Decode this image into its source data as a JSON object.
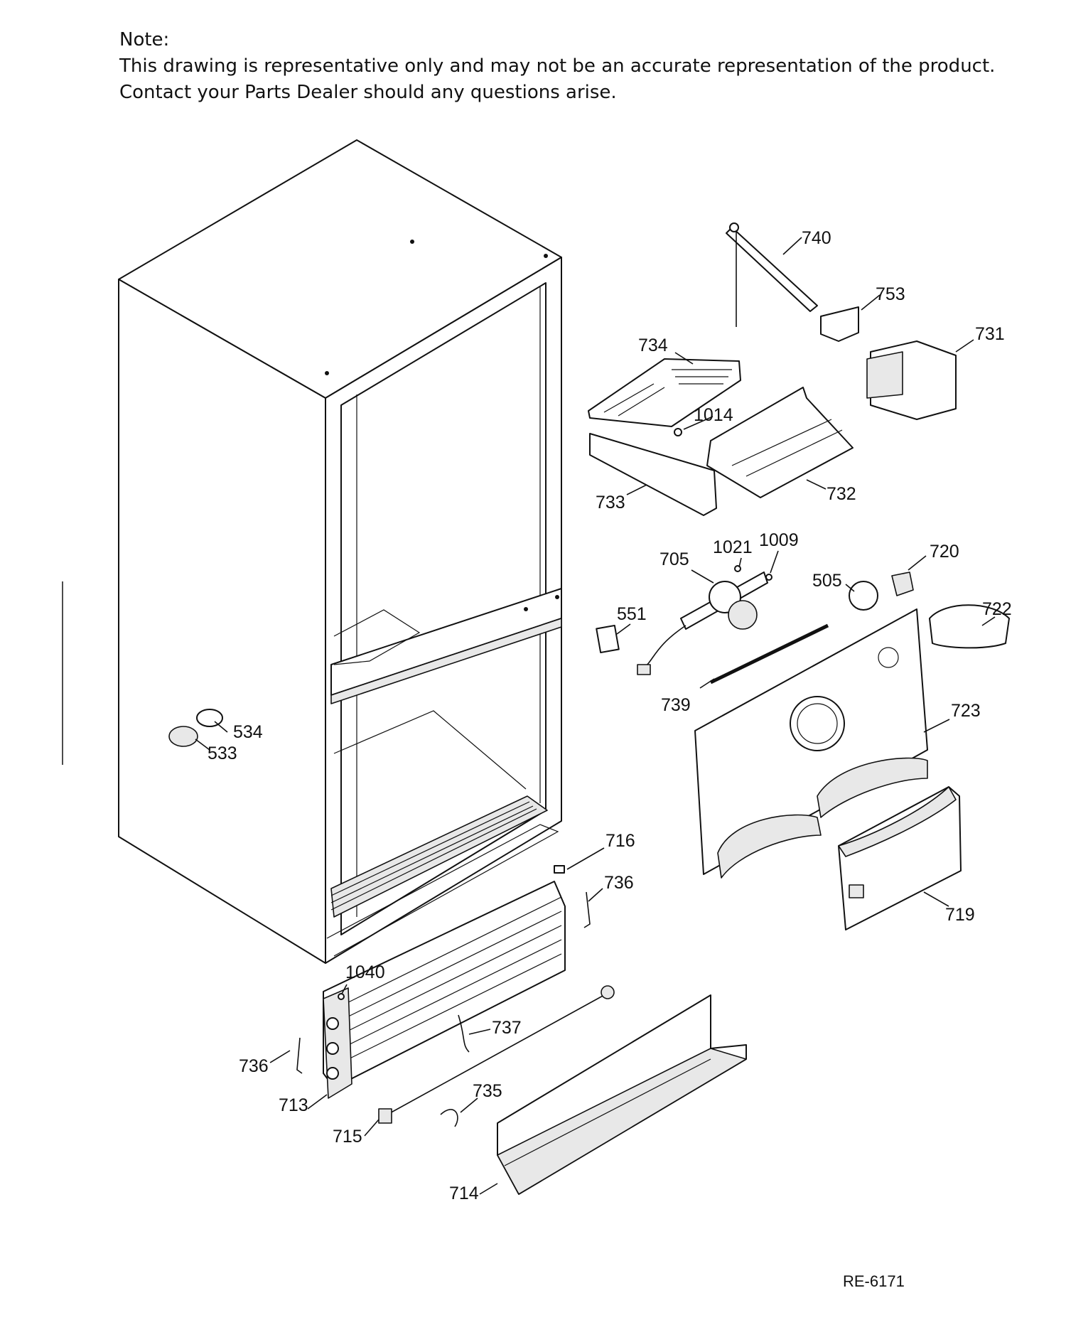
{
  "note": {
    "heading": "Note:",
    "line1": "This drawing is representative only and may not be an accurate representation of the product.",
    "line2": "Contact your Parts Dealer should any questions arise."
  },
  "reference_code": "RE-6171",
  "part_labels": {
    "p740": "740",
    "p753": "753",
    "p731": "731",
    "p734": "734",
    "p1014": "1014",
    "p733": "733",
    "p732": "732",
    "p1021": "1021",
    "p1009": "1009",
    "p705": "705",
    "p720": "720",
    "p505": "505",
    "p722": "722",
    "p551": "551",
    "p739": "739",
    "p723": "723",
    "p534": "534",
    "p533": "533",
    "p716": "716",
    "p736a": "736",
    "p719": "719",
    "p1040": "1040",
    "p737": "737",
    "p736b": "736",
    "p713": "713",
    "p735": "735",
    "p715": "715",
    "p714": "714"
  }
}
